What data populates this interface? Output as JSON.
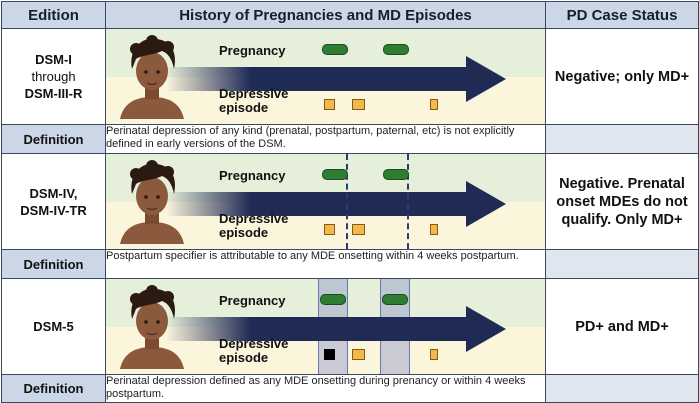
{
  "headers": {
    "edition": "Edition",
    "history": "History of Pregnancies and MD Episodes",
    "status": "PD Case Status"
  },
  "labels": {
    "pregnancy": "Pregnancy",
    "depressive_1": "Depressive",
    "depressive_2": "episode",
    "definition": "Definition"
  },
  "rows": [
    {
      "edition_lines": [
        "DSM-I",
        "through",
        "DSM-III-R"
      ],
      "status": "Negative; only MD+",
      "definition": "Perinatal depression of any kind (prenatal, postpartum, paternal, etc) is not explicitly defined in early versions of the DSM."
    },
    {
      "edition_lines": [
        "DSM-IV,",
        "DSM-IV-TR"
      ],
      "status": "Negative. Prenatal onset MDEs do not qualify. Only MD+",
      "definition": "Postpartum specifier is attributable to any MDE onsetting within 4 weeks postpartum."
    },
    {
      "edition_lines": [
        "DSM-5"
      ],
      "status": "PD+ and MD+",
      "definition": "Perinatal depression defined as any MDE onsetting during prenancy or within 4 weeks postpartum."
    }
  ],
  "colors": {
    "arrow": "#1f2a55",
    "pregnancy_bar": "#2e7d32",
    "episode": "#f2b84b",
    "highlight_episode": "#000000",
    "window_shade": "#9aa3cf"
  }
}
